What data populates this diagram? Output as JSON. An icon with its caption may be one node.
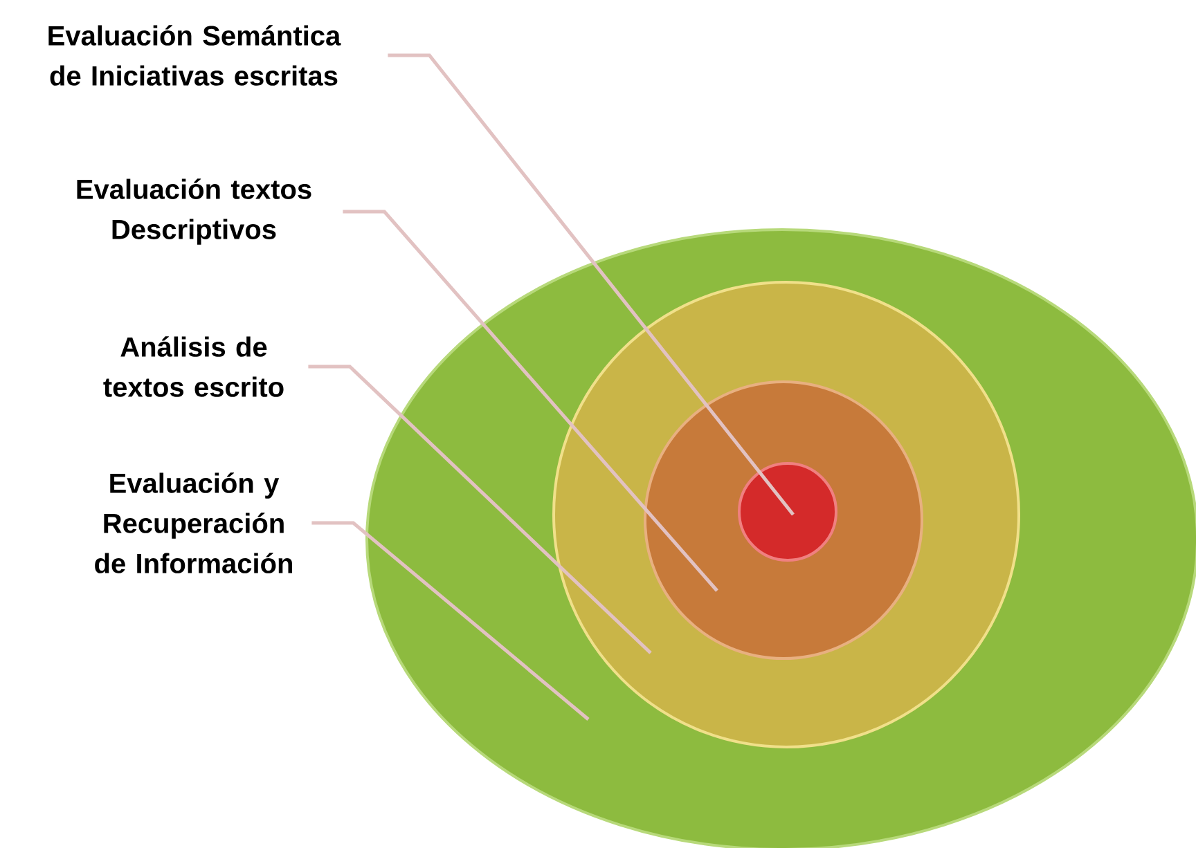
{
  "diagram": {
    "nodes": [
      {
        "text": [
          "Evaluación Semántica de Iniciativas escritas"
        ]
      },
      {
        "text": [
          "Evaluación textos Descriptivos"
        ]
      },
      {
        "text": [
          "Análisis de textos escrito"
        ]
      },
      {
        "text": [
          "Evaluación y Recuperación de Información"
        ]
      },
      {
        "text": [],
        "shape": "ellipse"
      },
      {
        "text": [],
        "shape": "circle",
        "in": 4
      },
      {
        "text": [],
        "shape": "circle",
        "in": 5
      },
      {
        "text": [],
        "shape": "circle",
        "in": 6
      }
    ],
    "edges": [
      {
        "from": 0,
        "to": 7,
        "arrow": "none"
      },
      {
        "from": 1,
        "to": 6,
        "arrow": "none"
      },
      {
        "from": 2,
        "to": 5,
        "arrow": "none"
      },
      {
        "from": 3,
        "to": 4,
        "arrow": "none"
      }
    ]
  }
}
